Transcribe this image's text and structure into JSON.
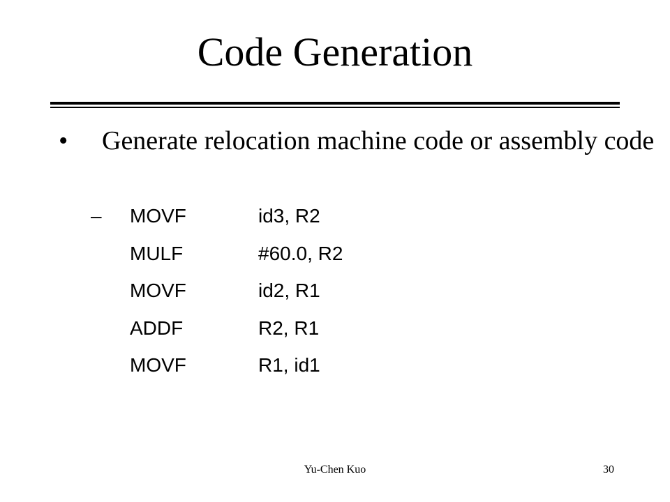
{
  "slide": {
    "title": "Code Generation",
    "bullet_symbol": "•",
    "bullet_text": "Generate relocation machine code or assembly code",
    "sub_dash": "–",
    "code_lines": [
      {
        "op": "MOVF",
        "args": "id3, R2"
      },
      {
        "op": "MULF",
        "args": "#60.0, R2"
      },
      {
        "op": "MOVF",
        "args": "id2, R1"
      },
      {
        "op": "ADDF",
        "args": "R2, R1"
      },
      {
        "op": "MOVF",
        "args": "R1, id1"
      }
    ]
  },
  "footer": {
    "author": "Yu-Chen Kuo",
    "page_number": "30"
  }
}
